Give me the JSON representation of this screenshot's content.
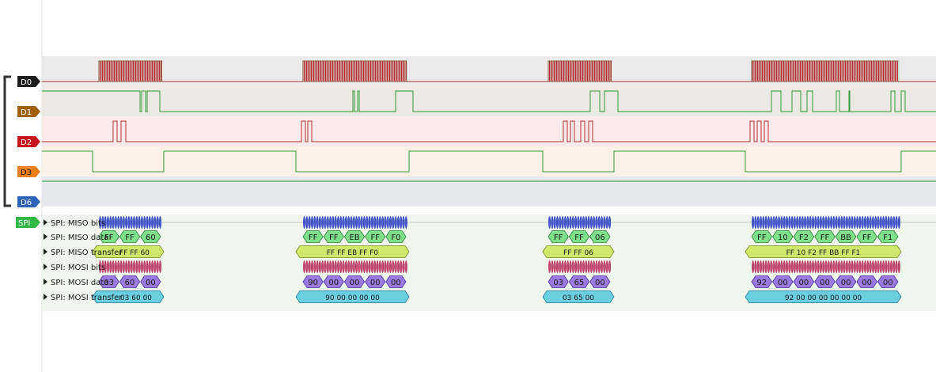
{
  "colors": {
    "label_bg": "#ffffff",
    "wave_low": "#b33030",
    "wave_high": "#2f9a3a",
    "row_bg": [
      "#eaeaea",
      "#ece8e2",
      "#fbeaea",
      "#fdf0e6",
      "#e6e8ee"
    ],
    "spi_area": "#eef6ee",
    "bits_miso": "#4455c8",
    "bits_mosi": "#c04870",
    "miso_data": "#7ee08a",
    "miso_transfer": "#cde86a",
    "mosi_data": "#9a7ae0",
    "mosi_transfer": "#6ccfe0"
  },
  "channels": [
    {
      "label": "D0",
      "color": "#1e1e1e",
      "text_color": "#ffffff"
    },
    {
      "label": "D1",
      "color": "#a0620e",
      "text_color": "#ffffff"
    },
    {
      "label": "D2",
      "color": "#c8161e",
      "text_color": "#ffffff"
    },
    {
      "label": "D3",
      "color": "#ee8018",
      "text_color": "#1a1a1a"
    },
    {
      "label": "D6",
      "color": "#2f63b8",
      "text_color": "#ffffff"
    }
  ],
  "spi_tag": {
    "label": "SPI",
    "color": "#33b845"
  },
  "spi_rows": [
    "SPI: MISO bits",
    "SPI: MISO data",
    "SPI: MISO transfer",
    "SPI: MOSI bits",
    "SPI: MOSI data",
    "SPI: MOSI transfer"
  ],
  "bursts": [
    {
      "miso_bytes": [
        "FF",
        "FF",
        "60"
      ],
      "mosi_bytes": [
        "03",
        "60",
        "00"
      ],
      "miso_transfer": "FF FF 60",
      "mosi_transfer": "03 60 00"
    },
    {
      "miso_bytes": [
        "FF",
        "FF",
        "EB",
        "FF",
        "F0"
      ],
      "mosi_bytes": [
        "90",
        "00",
        "00",
        "00",
        "00"
      ],
      "miso_transfer": "FF FF EB FF F0",
      "mosi_transfer": "90 00 00 00 00"
    },
    {
      "miso_bytes": [
        "FF",
        "FF",
        "06"
      ],
      "mosi_bytes": [
        "03",
        "65",
        "00"
      ],
      "miso_transfer": "FF FF 06",
      "mosi_transfer": "03 65 00"
    },
    {
      "miso_bytes": [
        "FF",
        "10",
        "F2",
        "FF",
        "BB",
        "FF",
        "F1"
      ],
      "mosi_bytes": [
        "92",
        "00",
        "00",
        "00",
        "00",
        "00",
        "00"
      ],
      "miso_transfer": "FF 10 F2 FF BB FF F1",
      "mosi_transfer": "92 00 00 00 00 00 00"
    }
  ]
}
